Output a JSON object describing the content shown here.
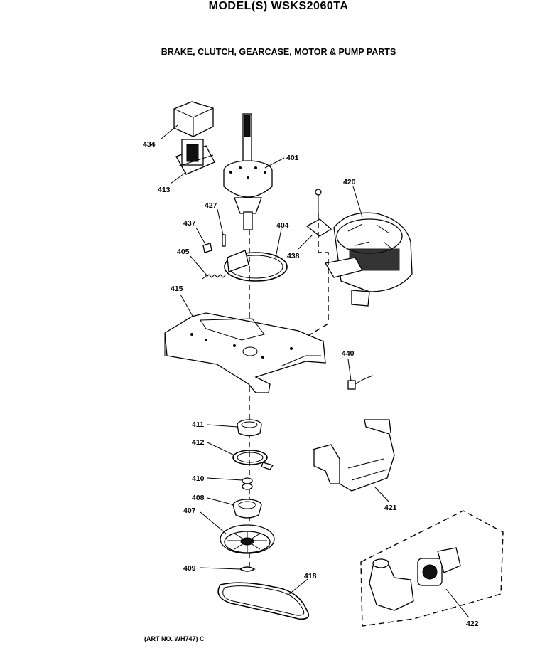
{
  "header": {
    "title": "MODEL(S) WSKS2060TA",
    "subtitle": "BRAKE, CLUTCH, GEARCASE, MOTOR & PUMP PARTS"
  },
  "footer": {
    "art_number": "(ART NO. WH747) C"
  },
  "callouts": [
    {
      "id": "434"
    },
    {
      "id": "413"
    },
    {
      "id": "401"
    },
    {
      "id": "420"
    },
    {
      "id": "427"
    },
    {
      "id": "437"
    },
    {
      "id": "404"
    },
    {
      "id": "405"
    },
    {
      "id": "438"
    },
    {
      "id": "415"
    },
    {
      "id": "440"
    },
    {
      "id": "411"
    },
    {
      "id": "412"
    },
    {
      "id": "410"
    },
    {
      "id": "408"
    },
    {
      "id": "407"
    },
    {
      "id": "421"
    },
    {
      "id": "409"
    },
    {
      "id": "418"
    },
    {
      "id": "422"
    }
  ]
}
